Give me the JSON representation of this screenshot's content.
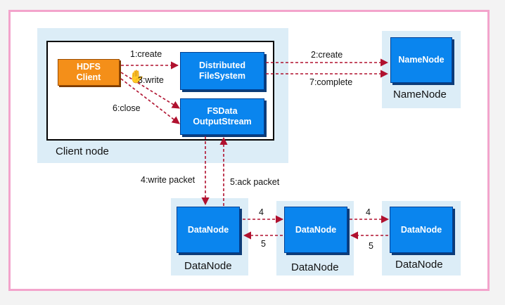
{
  "client_node": {
    "title": "Client node",
    "hdfs_client": "HDFS\nClient",
    "distributed_fs": "Distributed\nFileSystem",
    "output_stream": "FSData\nOutputStream"
  },
  "namenode": {
    "box_label": "NameNode",
    "caption": "NameNode"
  },
  "datanodes": [
    {
      "box_label": "DataNode",
      "caption": "DataNode"
    },
    {
      "box_label": "DataNode",
      "caption": "DataNode"
    },
    {
      "box_label": "DataNode",
      "caption": "DataNode"
    }
  ],
  "edges": {
    "create": "1:create",
    "write": "3:write",
    "close": "6:close",
    "namenode_create": "2:create",
    "complete": "7:complete",
    "write_packet": "4:write packet",
    "ack_packet": "5:ack packet",
    "dn_forward_1": "4",
    "dn_back_1": "5",
    "dn_forward_2": "4",
    "dn_back_2": "5"
  },
  "colors": {
    "arrow": "#b0112f",
    "box_blue": "#0a85ee",
    "client_orange": "#f48f19",
    "panel": "#dcedf7",
    "frame_border": "#f3a4cc"
  },
  "icons": {
    "cursor": "hand-cursor-icon"
  }
}
